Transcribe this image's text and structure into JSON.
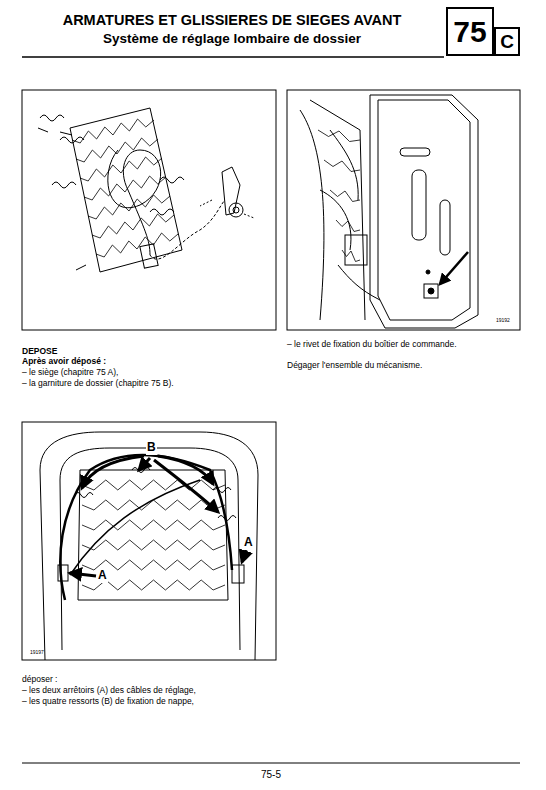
{
  "diagram": {
    "title": "ARMATURES ET GLISSIERES DE SIEGES AVANT",
    "nodes": [
      {
        "text": [
          "75"
        ]
      },
      {
        "text": [
          "C"
        ]
      }
    ],
    "edges": [],
    "labels": [
      "Système de réglage lombaire de dossier",
      "19192",
      "DEPOSE",
      "Après avoir déposé :",
      "– le siège (chapitre 75 A),",
      "– la garniture de dossier (chapitre 75 B).",
      "B",
      "A",
      "A",
      "19197",
      "déposer :",
      "– les deux arrêtoirs (A) des câbles de réglage,",
      "– les quatre ressorts (B) de fixation de nappe,",
      "– le rivet de fixation du boîtier de commande.",
      "Dégager l'ensemble du mécanisme.",
      "75-5"
    ]
  }
}
